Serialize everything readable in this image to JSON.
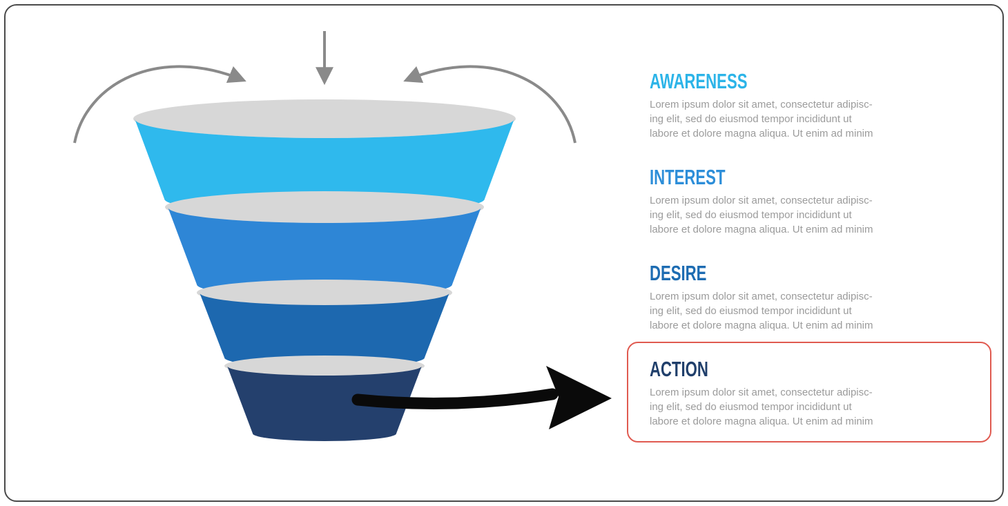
{
  "sections": [
    {
      "title": "AWARENESS",
      "color": "#2cb4e8",
      "body": "Lorem ipsum dolor sit amet, consectetur adipisc-\ning elit, sed do eiusmod tempor incididunt ut\nlabore et dolore magna aliqua. Ut enim ad minim"
    },
    {
      "title": "INTEREST",
      "color": "#2d8ed9",
      "body": "Lorem ipsum dolor sit amet, consectetur adipisc-\ning elit, sed do eiusmod tempor incididunt ut\nlabore et dolore magna aliqua. Ut enim ad minim"
    },
    {
      "title": "DESIRE",
      "color": "#1d6cb2",
      "body": "Lorem ipsum dolor sit amet, consectetur adipisc-\ning elit, sed do eiusmod tempor incididunt ut\nlabore et dolore magna aliqua. Ut enim ad minim"
    },
    {
      "title": "ACTION",
      "color": "#203f6b",
      "body": "Lorem ipsum dolor sit amet, consectetur adipisc-\ning elit, sed do eiusmod tempor incididunt ut\nlabore et dolore magna aliqua. Ut enim ad minim"
    }
  ],
  "funnel": {
    "stage_colors": [
      "#2fb9ed",
      "#2e86d6",
      "#1d68af",
      "#24406d"
    ],
    "rim_color": "#d7d7d7"
  },
  "colors": {
    "gray_arrow": "#8a8a8a",
    "black_arrow": "#0a0a0a",
    "highlight_border": "#e05a50",
    "body_text": "#9b9b9b",
    "frame_border": "#4a4a4a"
  }
}
